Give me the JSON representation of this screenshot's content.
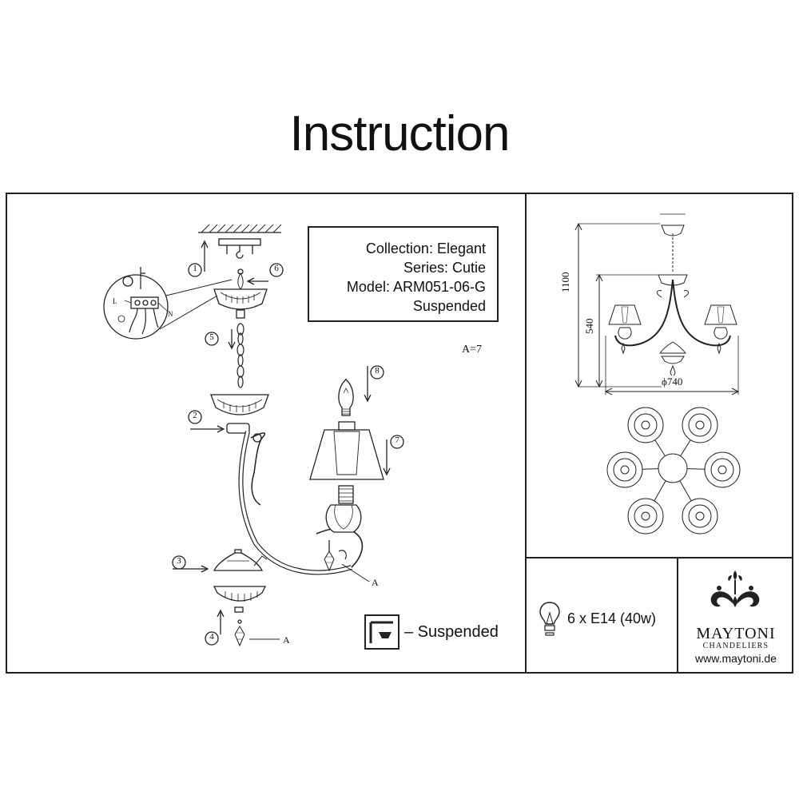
{
  "title": "Instruction",
  "info": {
    "collection": "Collection: Elegant",
    "series": "Series: Cutie",
    "model": "Model: ARM051-06-G",
    "mount": "Suspended"
  },
  "assembly": {
    "part_quantity": "A=7",
    "steps": [
      "1",
      "2",
      "3",
      "4",
      "5",
      "6",
      "7",
      "8"
    ],
    "part_marker": "A",
    "wire_labels": {
      "live": "L",
      "neutral": "N",
      "earth": "⏚"
    }
  },
  "dimensions": {
    "height_total": "1100",
    "height_body": "540",
    "diameter": "ϕ740"
  },
  "legend": {
    "suspended": "– Suspended"
  },
  "bulb": {
    "spec": "6 x E14 (40w)"
  },
  "brand": {
    "name": "MAYTONI",
    "tagline": "CHANDELIERS",
    "url": "www.maytoni.de"
  },
  "colors": {
    "ink": "#222222",
    "background": "#ffffff"
  }
}
